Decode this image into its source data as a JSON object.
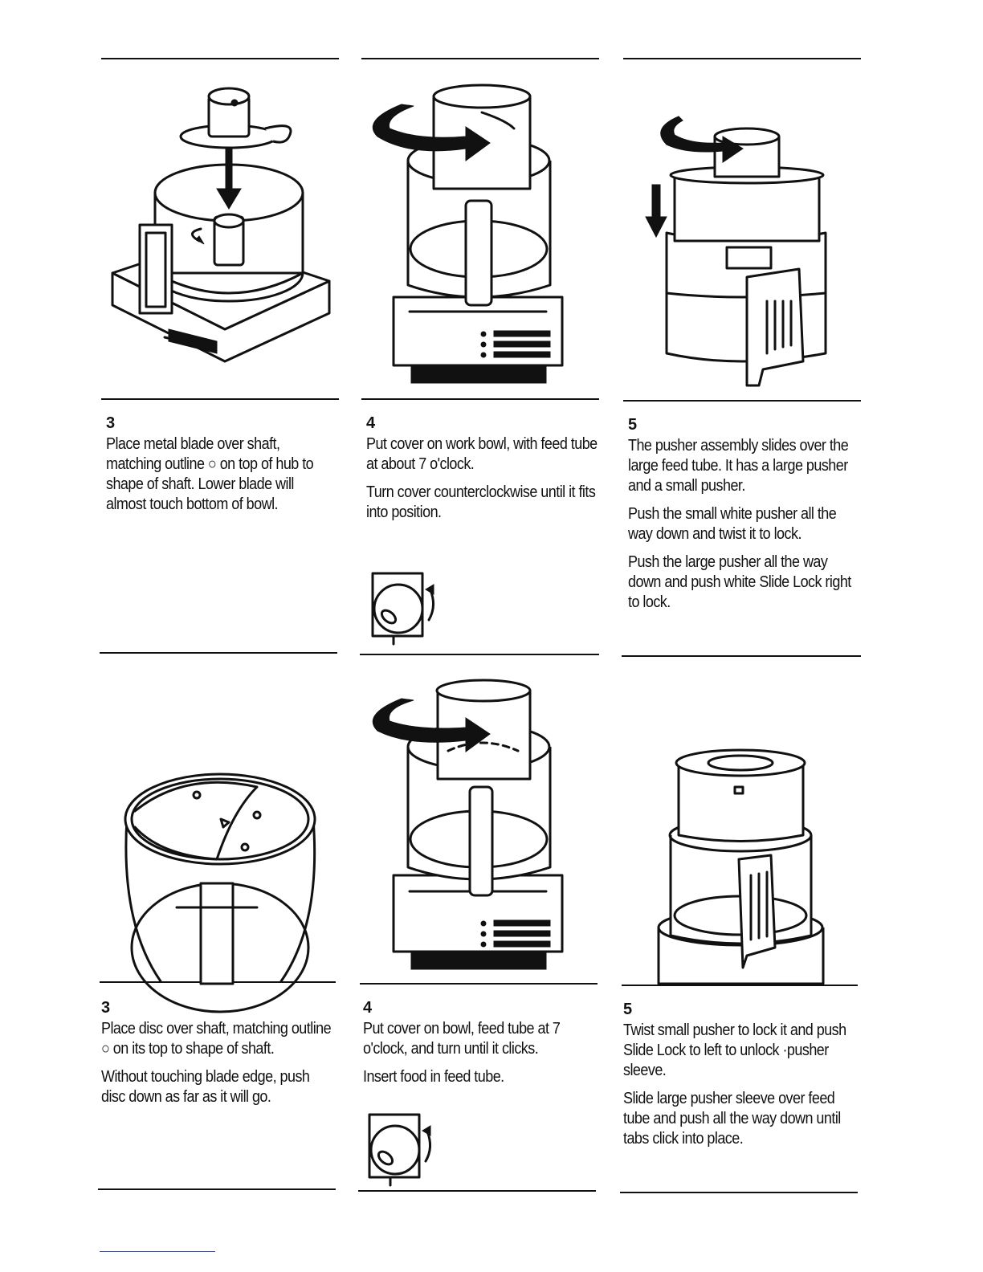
{
  "steps": {
    "r1c1": {
      "number": "3",
      "lines": [
        "Place metal blade over shaft, matching outline ○ on top of hub to shape of shaft. Lower blade will almost touch bottom of bowl."
      ]
    },
    "r1c2": {
      "number": "4",
      "lines": [
        "Put cover on work bowl, with feed tube at about 7 o'clock.",
        "Turn cover counterclockwise until it fits into position."
      ]
    },
    "r1c3": {
      "number": "5",
      "lines": [
        "The pusher assembly slides over the large feed tube. It has a large pusher and a small pusher.",
        "Push the small white pusher all the way down and twist it to lock.",
        "Push the large pusher all the way down and push white Slide Lock right to lock."
      ]
    },
    "r2c1": {
      "number": "3",
      "lines": [
        "Place disc over shaft, matching outline ○ on its top to shape of shaft.",
        "Without touching blade edge, push disc down as far as it will go."
      ]
    },
    "r2c2": {
      "number": "4",
      "lines": [
        "Put cover on bowl, feed tube at 7 o'clock, and turn until it clicks.",
        "Insert food in feed tube."
      ]
    },
    "r2c3": {
      "number": "5",
      "lines": [
        "Twist small pusher to lock it and push Slide Lock to left to unlock ·pusher sleeve.",
        "Slide large pusher sleeve over feed tube and push all the way down until tabs click into place."
      ]
    }
  },
  "illustrations": {
    "r1c1": "food-processor-blade-illustration",
    "r1c2": "cover-on-bowl-illustration",
    "r1c3": "pusher-assembly-illustration",
    "r2c1": "disc-over-shaft-illustration",
    "r2c2": "cover-feed-tube-illustration",
    "r2c3": "assembled-processor-illustration"
  }
}
